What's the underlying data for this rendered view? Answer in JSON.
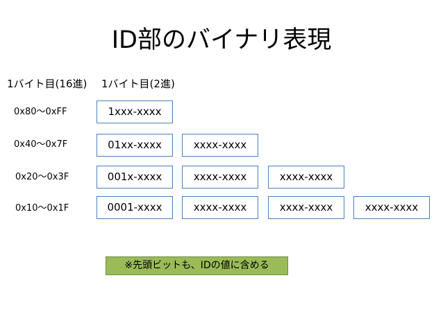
{
  "title": "ID部のバイナリ表現",
  "headers": {
    "hex": "1バイト目(16進)",
    "bin": "1バイト目(2進)"
  },
  "rows": [
    {
      "range": "0x80〜0xFF",
      "first_byte": "1xxx-xxxx",
      "following": []
    },
    {
      "range": "0x40〜0x7F",
      "first_byte": "01xx-xxxx",
      "following": [
        "xxxx-xxxx"
      ]
    },
    {
      "range": "0x20〜0x3F",
      "first_byte": "001x-xxxx",
      "following": [
        "xxxx-xxxx",
        "xxxx-xxxx"
      ]
    },
    {
      "range": "0x10〜0x1F",
      "first_byte": "0001-xxxx",
      "following": [
        "xxxx-xxxx",
        "xxxx-xxxx",
        "xxxx-xxxx"
      ]
    }
  ],
  "note": "※先頭ビットも、IDの値に含める",
  "colors": {
    "box_border": "#4a7ebb",
    "note_background": "#9bbb59"
  }
}
